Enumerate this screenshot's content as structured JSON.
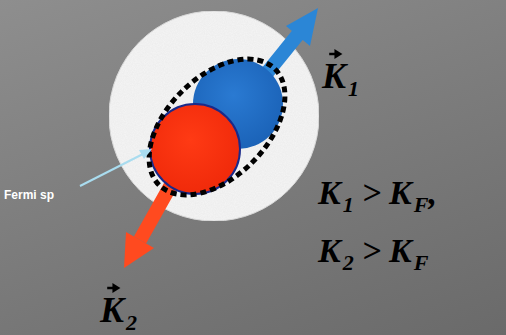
{
  "diagram": {
    "labels": [
      "K",
      "1",
      "K",
      "2",
      "Fermi sp",
      "K",
      "1",
      ">",
      "K",
      "F",
      ",",
      "K",
      "2",
      ">",
      "K",
      "F"
    ]
  }
}
